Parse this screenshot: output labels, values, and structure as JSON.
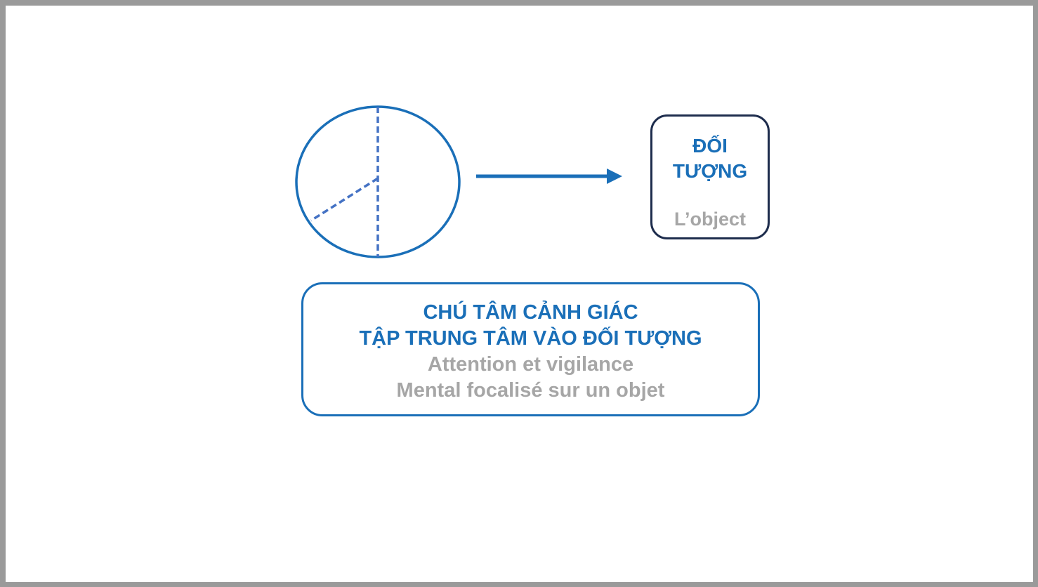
{
  "colors": {
    "accent_blue": "#1a6fb8",
    "dashed_blue": "#4472c4",
    "box_border_dark": "#1e2d4d",
    "subtitle_gray": "#a6a6a6"
  },
  "object_box": {
    "title": "ĐỐI\nTƯỢNG",
    "subtitle": "L’object"
  },
  "caption": {
    "line1": "CHÚ TÂM CẢNH GIÁC",
    "line2": "TẬP TRUNG TÂM VÀO ĐỐI TƯỢNG",
    "line3": "Attention et vigilance",
    "line4": "Mental focalisé sur un objet"
  }
}
